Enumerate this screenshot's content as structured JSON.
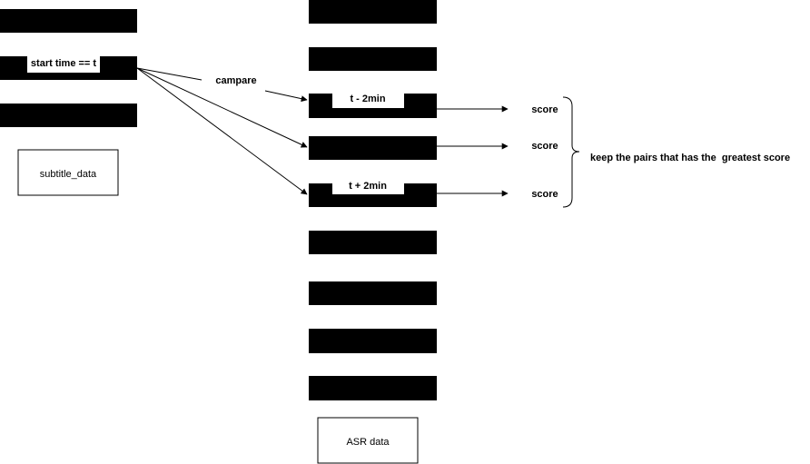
{
  "subtitle_block": {
    "highlight_label": "start time == t",
    "box_label": "subtitle_data"
  },
  "asr_block": {
    "minus_label": "t - 2min",
    "plus_label": "t + 2min",
    "box_label": "ASR data"
  },
  "edge_label": "campare",
  "scores": [
    "score",
    "score",
    "score"
  ],
  "conclusion": "keep the pairs that has the  greatest score",
  "colors": {
    "bar": "#000000",
    "box": "#ffffff",
    "line": "#000000"
  }
}
